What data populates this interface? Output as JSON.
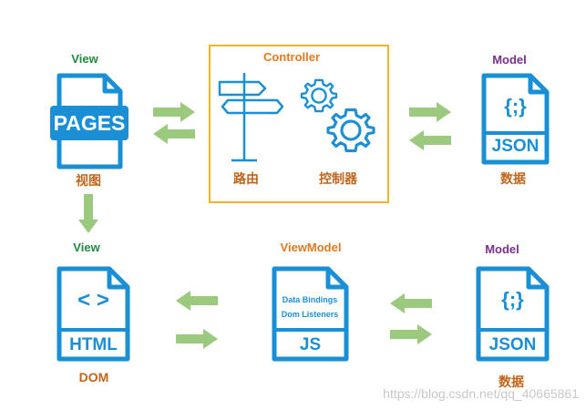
{
  "labels": {
    "view_top": "View",
    "view_bottom": "View",
    "controller": "Controller",
    "model_top": "Model",
    "model_bottom": "Model",
    "viewmodel": "ViewModel"
  },
  "captions": {
    "view_cn": "视图",
    "router_cn": "路由",
    "controller_cn": "控制器",
    "data_top_cn": "数据",
    "dom": "DOM",
    "data_bottom_cn": "数据"
  },
  "file_texts": {
    "pages": "PAGES",
    "json_top": "JSON",
    "json_top_glyph": "{;}",
    "html": "HTML",
    "html_glyph": "< >",
    "js": "JS",
    "json_bottom": "JSON",
    "json_bottom_glyph": "{;}"
  },
  "viewmodel_box": {
    "line1": "Data Bindings",
    "line2": "Dom Listeners"
  },
  "watermark": "https://blog.csdn.net/qq_40665861",
  "colors": {
    "icon_blue": "#1a8fd6",
    "arrow_green": "#9bc97e",
    "controller_border": "#f0b323",
    "view_label": "#1f8a3c",
    "model_label": "#7a2f8f",
    "controller_label": "#e07a1f",
    "caption": "#c0651a"
  },
  "icons": [
    "pages-file-icon",
    "signpost-icon",
    "gears-icon",
    "json-file-icon",
    "html-file-icon",
    "js-file-icon"
  ]
}
